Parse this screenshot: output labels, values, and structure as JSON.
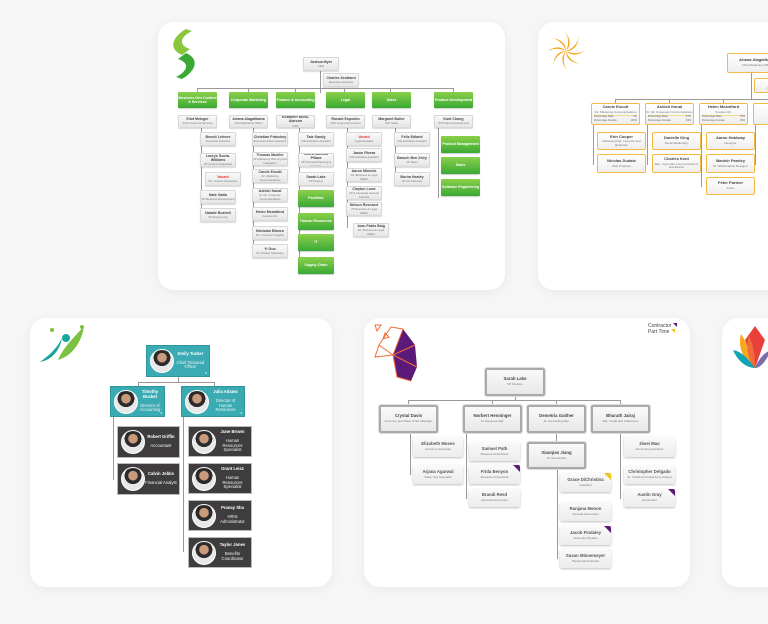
{
  "colors": {
    "green": "#3aa935",
    "orange": "#f5b942",
    "teal": "#3aabb3",
    "dark": "#3e3c3d",
    "contractor": "#5b1a7a",
    "part_time": "#f2c40f",
    "vacant": "#e53935"
  },
  "green_chart": {
    "logo": "green-s-logo",
    "nodes": [
      {
        "name": "Joshua Myer",
        "title": "CEO"
      },
      {
        "name": "Charles Scotland",
        "title": "Executive Assistant"
      },
      {
        "name": "Business Dev Content & Services",
        "title": ""
      },
      {
        "name": "Corporate Marketing",
        "title": ""
      },
      {
        "name": "Finance & Accounting",
        "title": ""
      },
      {
        "name": "Legal",
        "title": ""
      },
      {
        "name": "Sales",
        "title": ""
      },
      {
        "name": "Product Development",
        "title": ""
      },
      {
        "name": "Eliot Metzger",
        "title": "SVP Content & Services"
      },
      {
        "name": "Ariana Alagaltkana",
        "title": "Chief Marketing Officer"
      },
      {
        "name": "Elizabeth Nuno-Alarcon",
        "title": "CFO"
      },
      {
        "name": "Ronald Esposito",
        "title": "SVP & General Counsel"
      },
      {
        "name": "Margaret Butler",
        "title": "SVP Sales"
      },
      {
        "name": "Kodi Chang",
        "title": "VP Product Development"
      },
      {
        "name": "Benoit Lefevre",
        "title": "Executive Assistant"
      },
      {
        "name": "Lourys Soora-Williams",
        "title": "VP Content Acquisition"
      },
      {
        "name": "Vacant",
        "title": "Dir. Content Acquisition"
      },
      {
        "name": "Nate Gatto",
        "title": "VP Business Development"
      },
      {
        "name": "Natalie Bushell",
        "title": "VP Engineering"
      },
      {
        "name": "Christian Potuckey",
        "title": "Executive Admin Assistant"
      },
      {
        "name": "Thomas Mueller",
        "title": "VP Marketing Planning and Integration"
      },
      {
        "name": "Carole Escott",
        "title": "Dir. Marketing Communications"
      },
      {
        "name": "Ashish Kanal",
        "title": "Sr. Dir. Corporate Communications"
      },
      {
        "name": "Helen Mcantford",
        "title": "Creative Dir."
      },
      {
        "name": "Nicholas Blanco",
        "title": "Dir. Customer Insights"
      },
      {
        "name": "Yi Guo",
        "title": "Dir. Partner Marketing"
      },
      {
        "name": "Tate Sandy",
        "title": "Administrative Assistant"
      },
      {
        "name": "Indira Mansila Pillara",
        "title": "VP Financial Planning & Analysis"
      },
      {
        "name": "Sarah Lake",
        "title": "VP Finance"
      },
      {
        "name": "Facilities",
        "title": ""
      },
      {
        "name": "Human Resources",
        "title": ""
      },
      {
        "name": "IT",
        "title": ""
      },
      {
        "name": "Supply Chain",
        "title": ""
      },
      {
        "name": "Vacant",
        "title": "Legal Assistant"
      },
      {
        "name": "Jason Rivera",
        "title": "Administrative Assistant"
      },
      {
        "name": "Aaron Minnick",
        "title": "Dir. Business & Legal Affairs"
      },
      {
        "name": "Clayton Lowe",
        "title": "VP & Associate General Counsel"
      },
      {
        "name": "Nelson Resnaert",
        "title": "VP Business & Legal Affairs"
      },
      {
        "name": "Juan Pablo Baig",
        "title": "Dir. Business & Legal Affairs"
      },
      {
        "name": "Felix Edland",
        "title": "Administrative Assistant"
      },
      {
        "name": "Baruch Ben Zeiry",
        "title": "VP Sales"
      },
      {
        "name": "Burira Healey",
        "title": "VP UK & Europe"
      },
      {
        "name": "Product Management",
        "title": ""
      },
      {
        "name": "Sales",
        "title": ""
      },
      {
        "name": "Software Engineering",
        "title": ""
      }
    ]
  },
  "orange_chart": {
    "logo": "orange-pinwheel-logo",
    "pct_male_label": "Percentage Male:",
    "pct_female_label": "Percentage Female:",
    "nodes": [
      {
        "name": "Ariana Alagaltkana",
        "title": "Chief Marketing Officer",
        "male": "",
        "female": ""
      },
      {
        "name": "Chr",
        "title": "Executive",
        "male": "",
        "female": ""
      },
      {
        "name": "Carole Escott",
        "title": "Dir. Marketing Communications",
        "male": "0%",
        "female": "100%"
      },
      {
        "name": "Ashish Kanal",
        "title": "Sr. Dir. Corporate Communications",
        "male": "67%",
        "female": "33%"
      },
      {
        "name": "Helen Mcantford",
        "title": "Creative Dir.",
        "male": "75%",
        "female": "25%"
      },
      {
        "name": "Ne",
        "title": "Dir.",
        "male": "",
        "female": ""
      },
      {
        "name": "Erin Cooper",
        "title": "Marketing Mgr. Lifecycle and Retention"
      },
      {
        "name": "Danielle King",
        "title": "Social Media Mgr."
      },
      {
        "name": "Aaron Holdway",
        "title": "Designer"
      },
      {
        "name": "Nicolas Dudatz",
        "title": "Web Producer"
      },
      {
        "name": "Charles Kent",
        "title": "Mgr. Corporate Communications and Events"
      },
      {
        "name": "Manish Pandey",
        "title": "Sr. Web/Graphic Designer"
      },
      {
        "name": "Peter Partner",
        "title": "Intern"
      }
    ]
  },
  "teal_chart": {
    "logo": "teal-green-figure-logo",
    "nodes": [
      {
        "name": "Emily Tucker",
        "title": "Chief Financial Officer",
        "count": "9"
      },
      {
        "name": "Timothy Bucket",
        "title": "Director of Accounting",
        "count": "2"
      },
      {
        "name": "Julia Adams",
        "title": "Director of Human Resources",
        "count": "3"
      },
      {
        "name": "Robert Griffin",
        "title": "Accountant"
      },
      {
        "name": "Calvin Jobbs",
        "title": "Financial Analyst"
      },
      {
        "name": "June Brown",
        "title": "Human Resources Specialist"
      },
      {
        "name": "Grant Leisz",
        "title": "Human Resources Specialist"
      },
      {
        "name": "Pranay Sha",
        "title": "HRIS Administrator"
      },
      {
        "name": "Taylor Jones",
        "title": "Benefits Coordinator"
      }
    ]
  },
  "purple_chart": {
    "logo": "geometric-head-logo",
    "legend": {
      "contractor": "Contractor",
      "part_time": "Part Time"
    },
    "nodes": [
      {
        "name": "Sarah Lake",
        "title": "VP Finance",
        "tag": ""
      },
      {
        "name": "Crystal Davis",
        "title": "Inventory and Sales Order Manager",
        "tag": ""
      },
      {
        "name": "Norbert Henninger",
        "title": "Sr. Revenue Mgr.",
        "tag": ""
      },
      {
        "name": "Demetria Gaither",
        "title": "Sr. Accounting Mgr.",
        "tag": ""
      },
      {
        "name": "Bharath Jairaj",
        "title": "Mgr. Credit and Collections",
        "tag": ""
      },
      {
        "name": "Elizabeth Moses",
        "title": "Inventory Associate",
        "tag": ""
      },
      {
        "name": "Arjana Agarwal",
        "title": "Sales Ops Specialist",
        "tag": ""
      },
      {
        "name": "Samuel Path",
        "title": "Revenue Accountant",
        "tag": ""
      },
      {
        "name": "Frida Benyon",
        "title": "Revenue Accountant",
        "tag": "contractor"
      },
      {
        "name": "Brandi Reed",
        "title": "General Accountant",
        "tag": ""
      },
      {
        "name": "Xiaoqian Jiang",
        "title": "Sr. Accountant",
        "tag": ""
      },
      {
        "name": "Grace DiChristina",
        "title": "Assistant",
        "tag": "part_time"
      },
      {
        "name": "Ranjana Menon",
        "title": "General Accountant",
        "tag": ""
      },
      {
        "name": "Jacob Findaley",
        "title": "Accounts Payable",
        "tag": "contractor"
      },
      {
        "name": "Susan Minnemeyer",
        "title": "Payroll Administrator",
        "tag": ""
      },
      {
        "name": "Ziwei Mao",
        "title": "Accounting Assistant",
        "tag": ""
      },
      {
        "name": "Christopher Delgado",
        "title": "Sr. Credit and Collections Analyst",
        "tag": ""
      },
      {
        "name": "Austin Gray",
        "title": "Accountant",
        "tag": "contractor"
      }
    ]
  },
  "lotus_chart": {
    "logo": "lotus-logo"
  }
}
